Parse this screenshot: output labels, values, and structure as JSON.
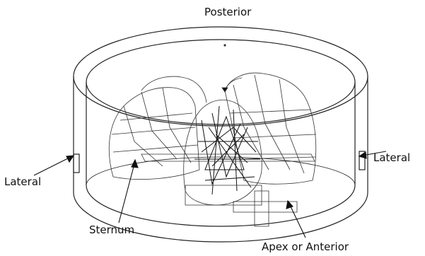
{
  "labels": {
    "posterior": "Posterior",
    "lateral_left": "Lateral",
    "lateral_right": "Lateral",
    "sternum": "Sternum",
    "apex": "Apex or Anterior"
  },
  "colors": {
    "ink": "#111111",
    "wire": "#333333",
    "background": "#ffffff"
  }
}
